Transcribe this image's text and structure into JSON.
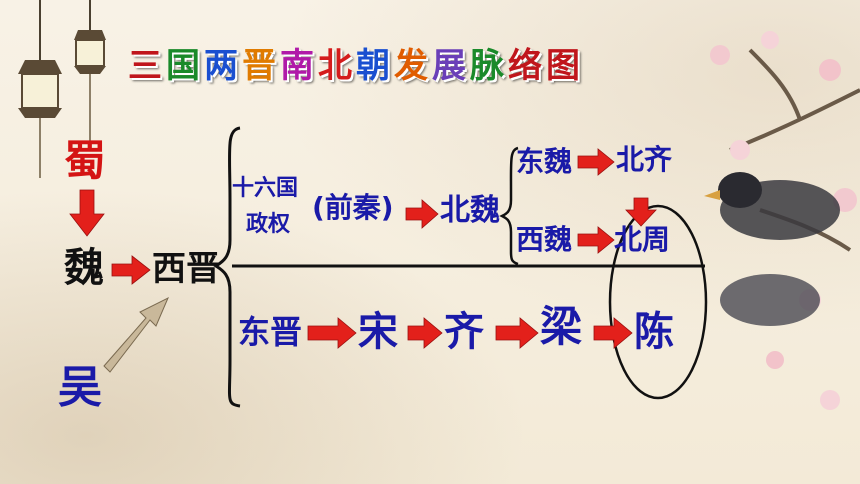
{
  "title": "三国两晋南北朝发展脉络图",
  "title_colors": [
    "#c0161c",
    "#1a8a2a",
    "#1a4fd0",
    "#e07b00",
    "#b01aa8",
    "#d41c1c",
    "#1a4fd0",
    "#e05c00",
    "#6a3fb8",
    "#1a8a2a",
    "#c0161c"
  ],
  "nodes": {
    "shu": "蜀",
    "wei": "魏",
    "wu": "吴",
    "xijin": "西晋",
    "sixteen_a": "十六国",
    "sixteen_b": "政权",
    "qianqin": "(前秦)",
    "beiwei": "北魏",
    "dongwei": "东魏",
    "beiqi": "北齐",
    "xiwei": "西魏",
    "beizhou": "北周",
    "dongjin": "东晋",
    "song": "宋",
    "qi": "齐",
    "liang": "梁",
    "chen": "陈"
  },
  "colors": {
    "arrow_red": "#e3201b",
    "text_blue": "#1a1aa8",
    "text_red": "#d41414",
    "text_black": "#111111",
    "wu_arrow": "#c9b89a"
  }
}
